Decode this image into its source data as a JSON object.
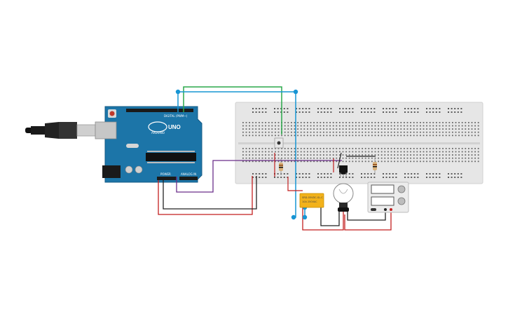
{
  "arduino": {
    "logo_text": "UNO",
    "brand_text": "ARDUINO",
    "header_digital": "DIGITAL (PWM~)",
    "header_power": "POWER",
    "header_analog": "ANALOG IN"
  },
  "relay": {
    "text_line1": "SRD-05VDC-SL-C",
    "text_line2": "10A 250VAC"
  },
  "colors": {
    "board": "#1c75a8",
    "breadboard": "#e6e6e6",
    "wire_red": "#c21f1f",
    "wire_black": "#222222",
    "wire_green": "#2aa84a",
    "wire_blue": "#1795d4",
    "wire_purple": "#6b2f8a",
    "relay": "#f2b21b"
  },
  "icons": {
    "usb": "usb-connector-icon",
    "bulb": "light-bulb-icon",
    "power_supply": "power-supply-icon"
  }
}
